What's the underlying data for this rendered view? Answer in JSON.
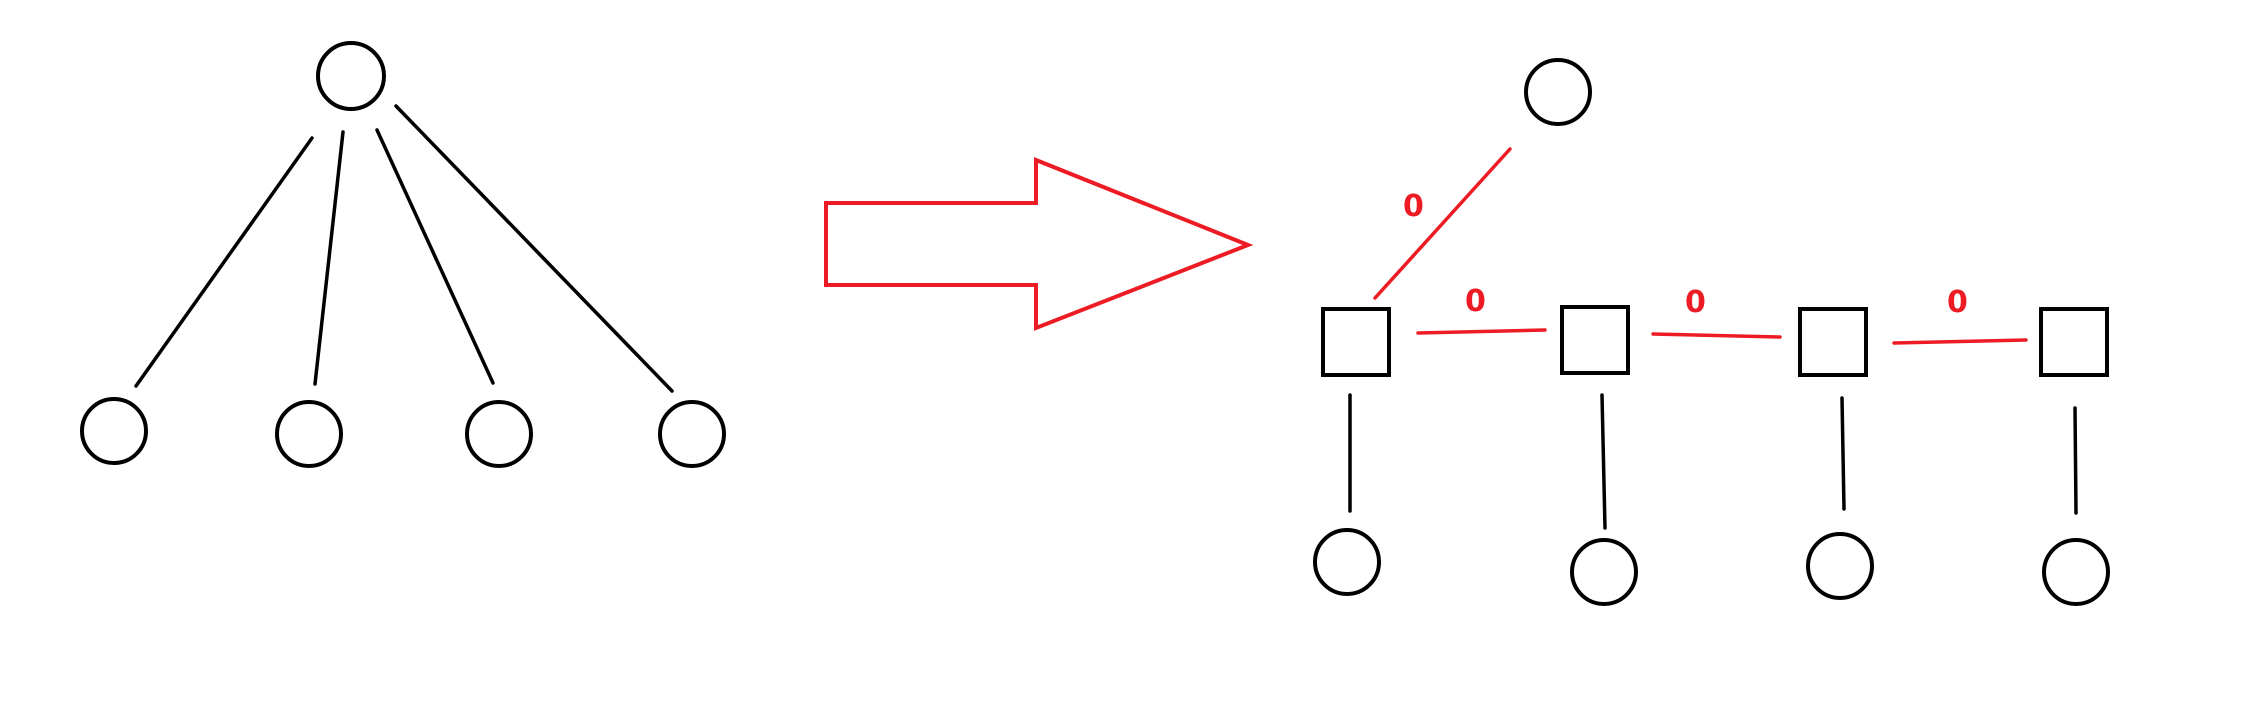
{
  "diagram": {
    "colors": {
      "structure": "#000000",
      "added": "#ed1c24",
      "background": "#ffffff"
    },
    "left_tree": {
      "root": "circle",
      "children": [
        "circle",
        "circle",
        "circle",
        "circle"
      ]
    },
    "transform_arrow": {
      "direction": "right",
      "color": "#ed1c24"
    },
    "right_tree": {
      "root": "circle",
      "chain": [
        "square",
        "square",
        "square",
        "square"
      ],
      "leaves": [
        "circle",
        "circle",
        "circle",
        "circle"
      ],
      "edge_weights": {
        "root_to_first": "0",
        "chain_1_2": "0",
        "chain_2_3": "0",
        "chain_3_4": "0"
      }
    }
  }
}
